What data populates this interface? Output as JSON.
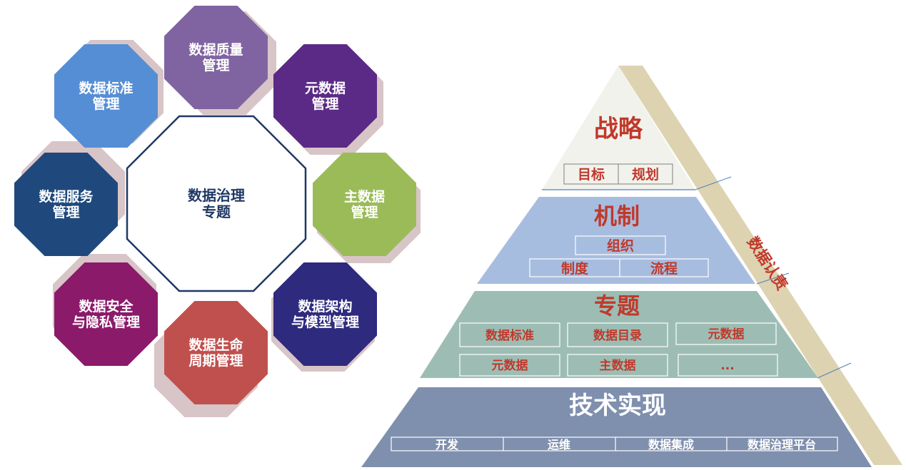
{
  "center": {
    "label": "数据治理\n专题"
  },
  "topics": [
    {
      "id": "quality",
      "label": "数据质量\n管理",
      "color": "#8064a2"
    },
    {
      "id": "metadata",
      "label": "元数据\n管理",
      "color": "#5b2a86"
    },
    {
      "id": "master",
      "label": "主数据\n管理",
      "color": "#9bbb59"
    },
    {
      "id": "arch",
      "label": "数据架构\n与模型管理",
      "color": "#2e2a7e"
    },
    {
      "id": "lifecycle",
      "label": "数据生命\n周期管理",
      "color": "#c0504d"
    },
    {
      "id": "security",
      "label": "数据安全\n与隐私管理",
      "color": "#8b1a6b"
    },
    {
      "id": "service",
      "label": "数据服务\n管理",
      "color": "#1f497d"
    },
    {
      "id": "standard",
      "label": "数据标准\n管理",
      "color": "#558ed5"
    }
  ],
  "pyramid": {
    "side_label": "数据认责",
    "levels": [
      {
        "id": "strategy",
        "title": "战略",
        "items": [
          "目标",
          "规划"
        ]
      },
      {
        "id": "mechanism",
        "title": "机制",
        "items": [
          "组织",
          "制度",
          "流程"
        ]
      },
      {
        "id": "topic",
        "title": "专题",
        "items": [
          "数据标准",
          "数据目录",
          "元数据",
          "元数据",
          "主数据",
          "..."
        ]
      },
      {
        "id": "tech",
        "title": "技术实现",
        "items": [
          "开发",
          "运维",
          "数据集成",
          "数据治理平台"
        ]
      }
    ]
  },
  "colors": {
    "center_border": "#1f3864",
    "strategy_fill": "#f2f2ec",
    "mechanism_fill": "#a7bde0",
    "topic_fill": "#9dbdb4",
    "tech_fill": "#7f8fae",
    "side_band": "#ddd3b1",
    "title_red": "#c0392b",
    "item_text": "#c0392b",
    "tech_text": "#ffffff"
  }
}
